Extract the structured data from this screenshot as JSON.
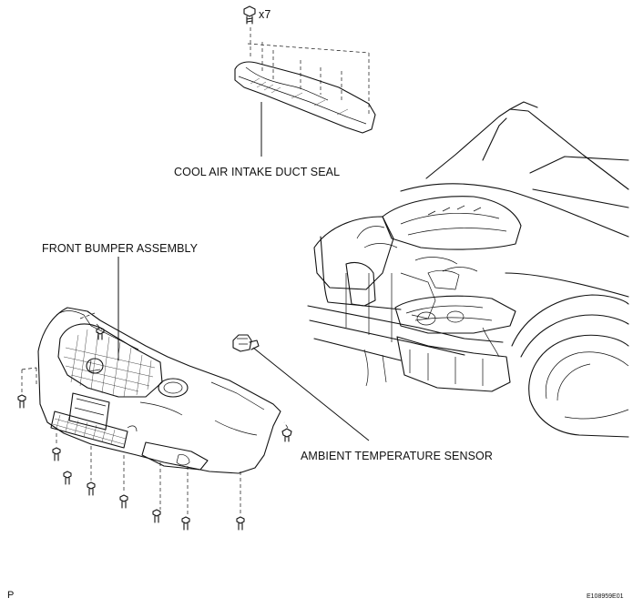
{
  "labels": {
    "bolt_qty": "x7",
    "cool_air_seal": "COOL AIR INTAKE DUCT SEAL",
    "front_bumper": "FRONT BUMPER ASSEMBLY",
    "ambient_sensor": "AMBIENT TEMPERATURE SENSOR"
  },
  "footer": {
    "page_letter": "P",
    "figure_code": "E108959E01"
  },
  "icons": [
    "bolt-icon",
    "clip-icon"
  ]
}
